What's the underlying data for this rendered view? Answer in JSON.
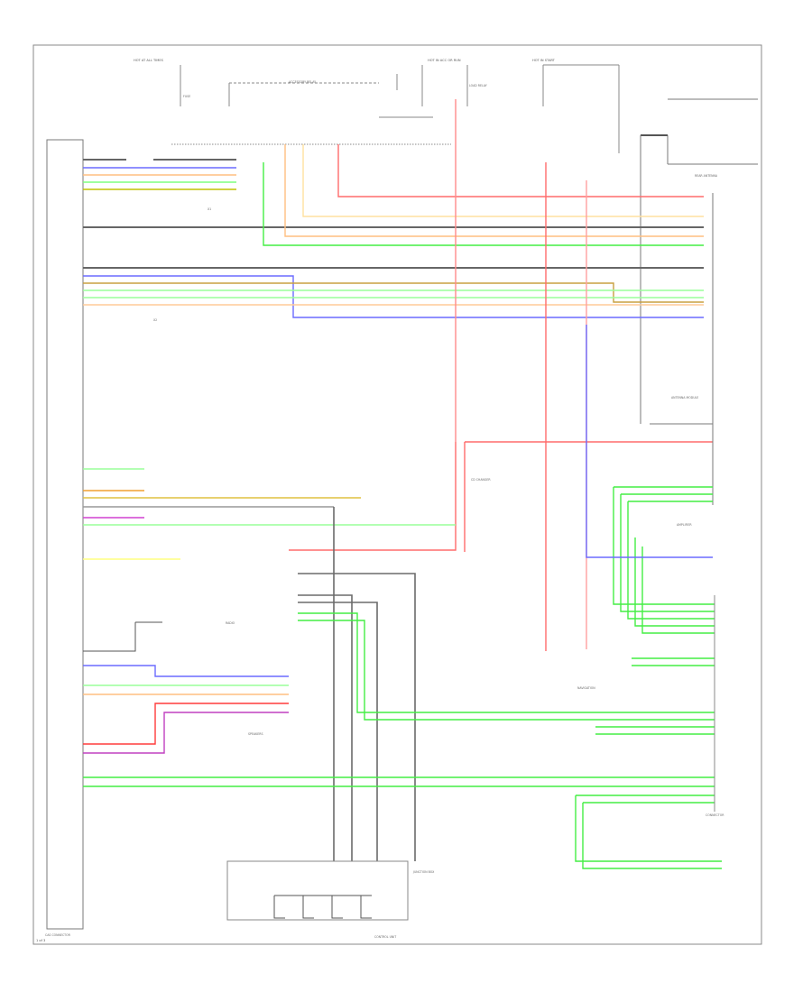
{
  "labels": {
    "top_left": "HOT AT ALL TIMES",
    "top_mid": "HOT IN ACC OR RUN",
    "top_right": "HOT IN START",
    "relay_a": "ACCESSORY RELAY",
    "relay_b": "LOAD RELAY",
    "big_connector": "CAS CONNECTOR",
    "conn_x1": "X1",
    "conn_x2": "X2",
    "radio": "RADIO",
    "rear_antenna": "REAR ANTENNA",
    "antenna_module": "ANTENNA MODULE",
    "cd_changer": "CD CHANGER",
    "amplifier": "AMPLIFIER",
    "navigation": "NAVIGATION",
    "junction_box": "JUNCTION BOX",
    "control_unit": "CONTROL UNIT",
    "left_fuse": "FUSE",
    "speaker_block": "SPEAKERS",
    "connector_box": "CONNECTOR",
    "footer": "1 of 3"
  }
}
